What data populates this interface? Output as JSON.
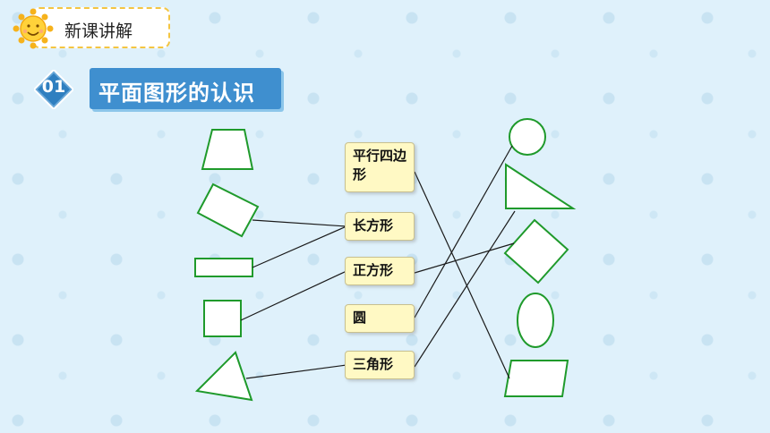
{
  "header": {
    "title": "新课讲解"
  },
  "section": {
    "number": "01",
    "title": "平面图形的认识"
  },
  "shape_names": {
    "parallelogram": "平行四边形",
    "rectangle": "长方形",
    "square": "正方形",
    "circle": "圆",
    "triangle": "三角形"
  },
  "colors": {
    "shape_stroke": "#1f9a2b",
    "section_bar": "#3f8fcf",
    "name_box": "#fff9c4"
  }
}
